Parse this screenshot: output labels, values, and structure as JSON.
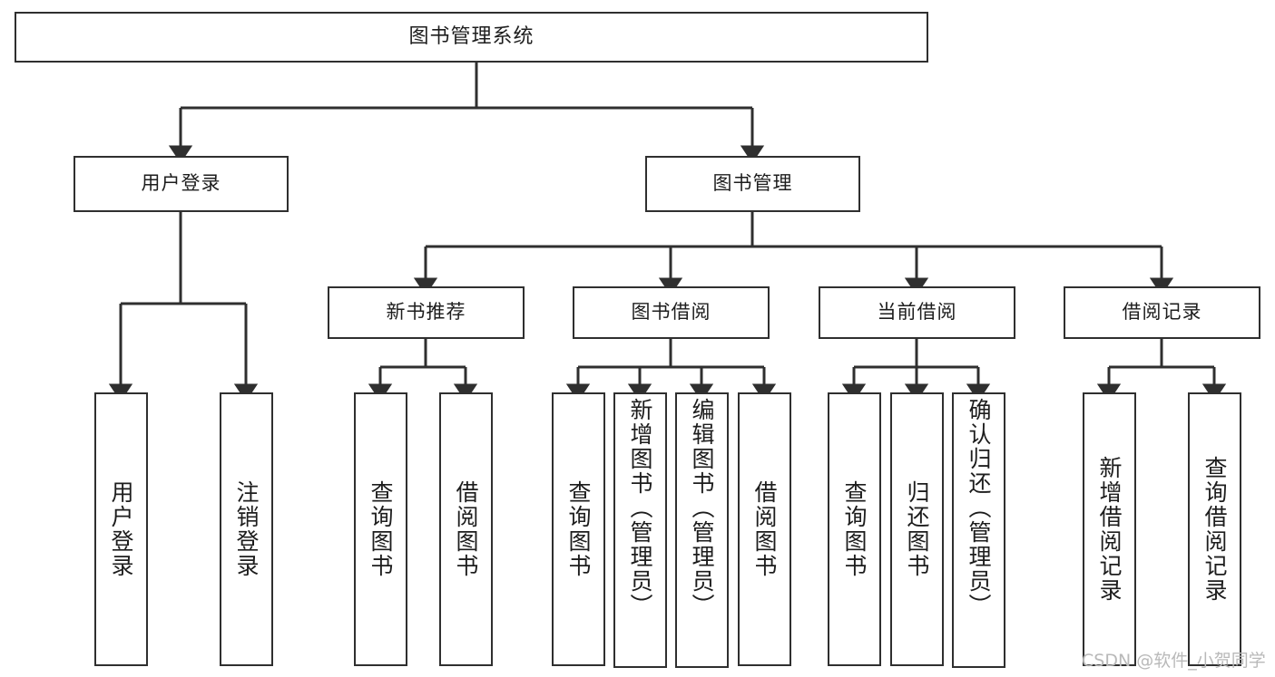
{
  "diagram": {
    "type": "tree-hierarchy",
    "title": "图书管理系统",
    "orientation": "top-down",
    "colors": {
      "box_border": "#2f2f2f",
      "box_fill": "#ffffff",
      "connector": "#2f2f2f",
      "text": "#1d1d1d",
      "watermark": "#b9b9b9"
    },
    "root": {
      "label": "图书管理系统"
    },
    "level2": [
      {
        "label": "用户登录"
      },
      {
        "label": "图书管理"
      }
    ],
    "level3": [
      {
        "label": "新书推荐"
      },
      {
        "label": "图书借阅"
      },
      {
        "label": "当前借阅"
      },
      {
        "label": "借阅记录"
      }
    ],
    "leaves": {
      "user_login": [
        {
          "label": "用户登录"
        },
        {
          "label": "注销登录"
        }
      ],
      "new_book_recommend": [
        {
          "label": "查询图书"
        },
        {
          "label": "借阅图书"
        }
      ],
      "book_borrow": [
        {
          "label": "查询图书"
        },
        {
          "label": "新增图书（管理员）"
        },
        {
          "label": "编辑图书（管理员）"
        },
        {
          "label": "借阅图书"
        }
      ],
      "current_borrow": [
        {
          "label": "查询图书"
        },
        {
          "label": "归还图书"
        },
        {
          "label": "确认归还（管理员）"
        }
      ],
      "borrow_records": [
        {
          "label": "新增借阅记录"
        },
        {
          "label": "查询借阅记录"
        }
      ]
    }
  },
  "watermark": {
    "text": "CSDN @软件_小贺同学"
  }
}
